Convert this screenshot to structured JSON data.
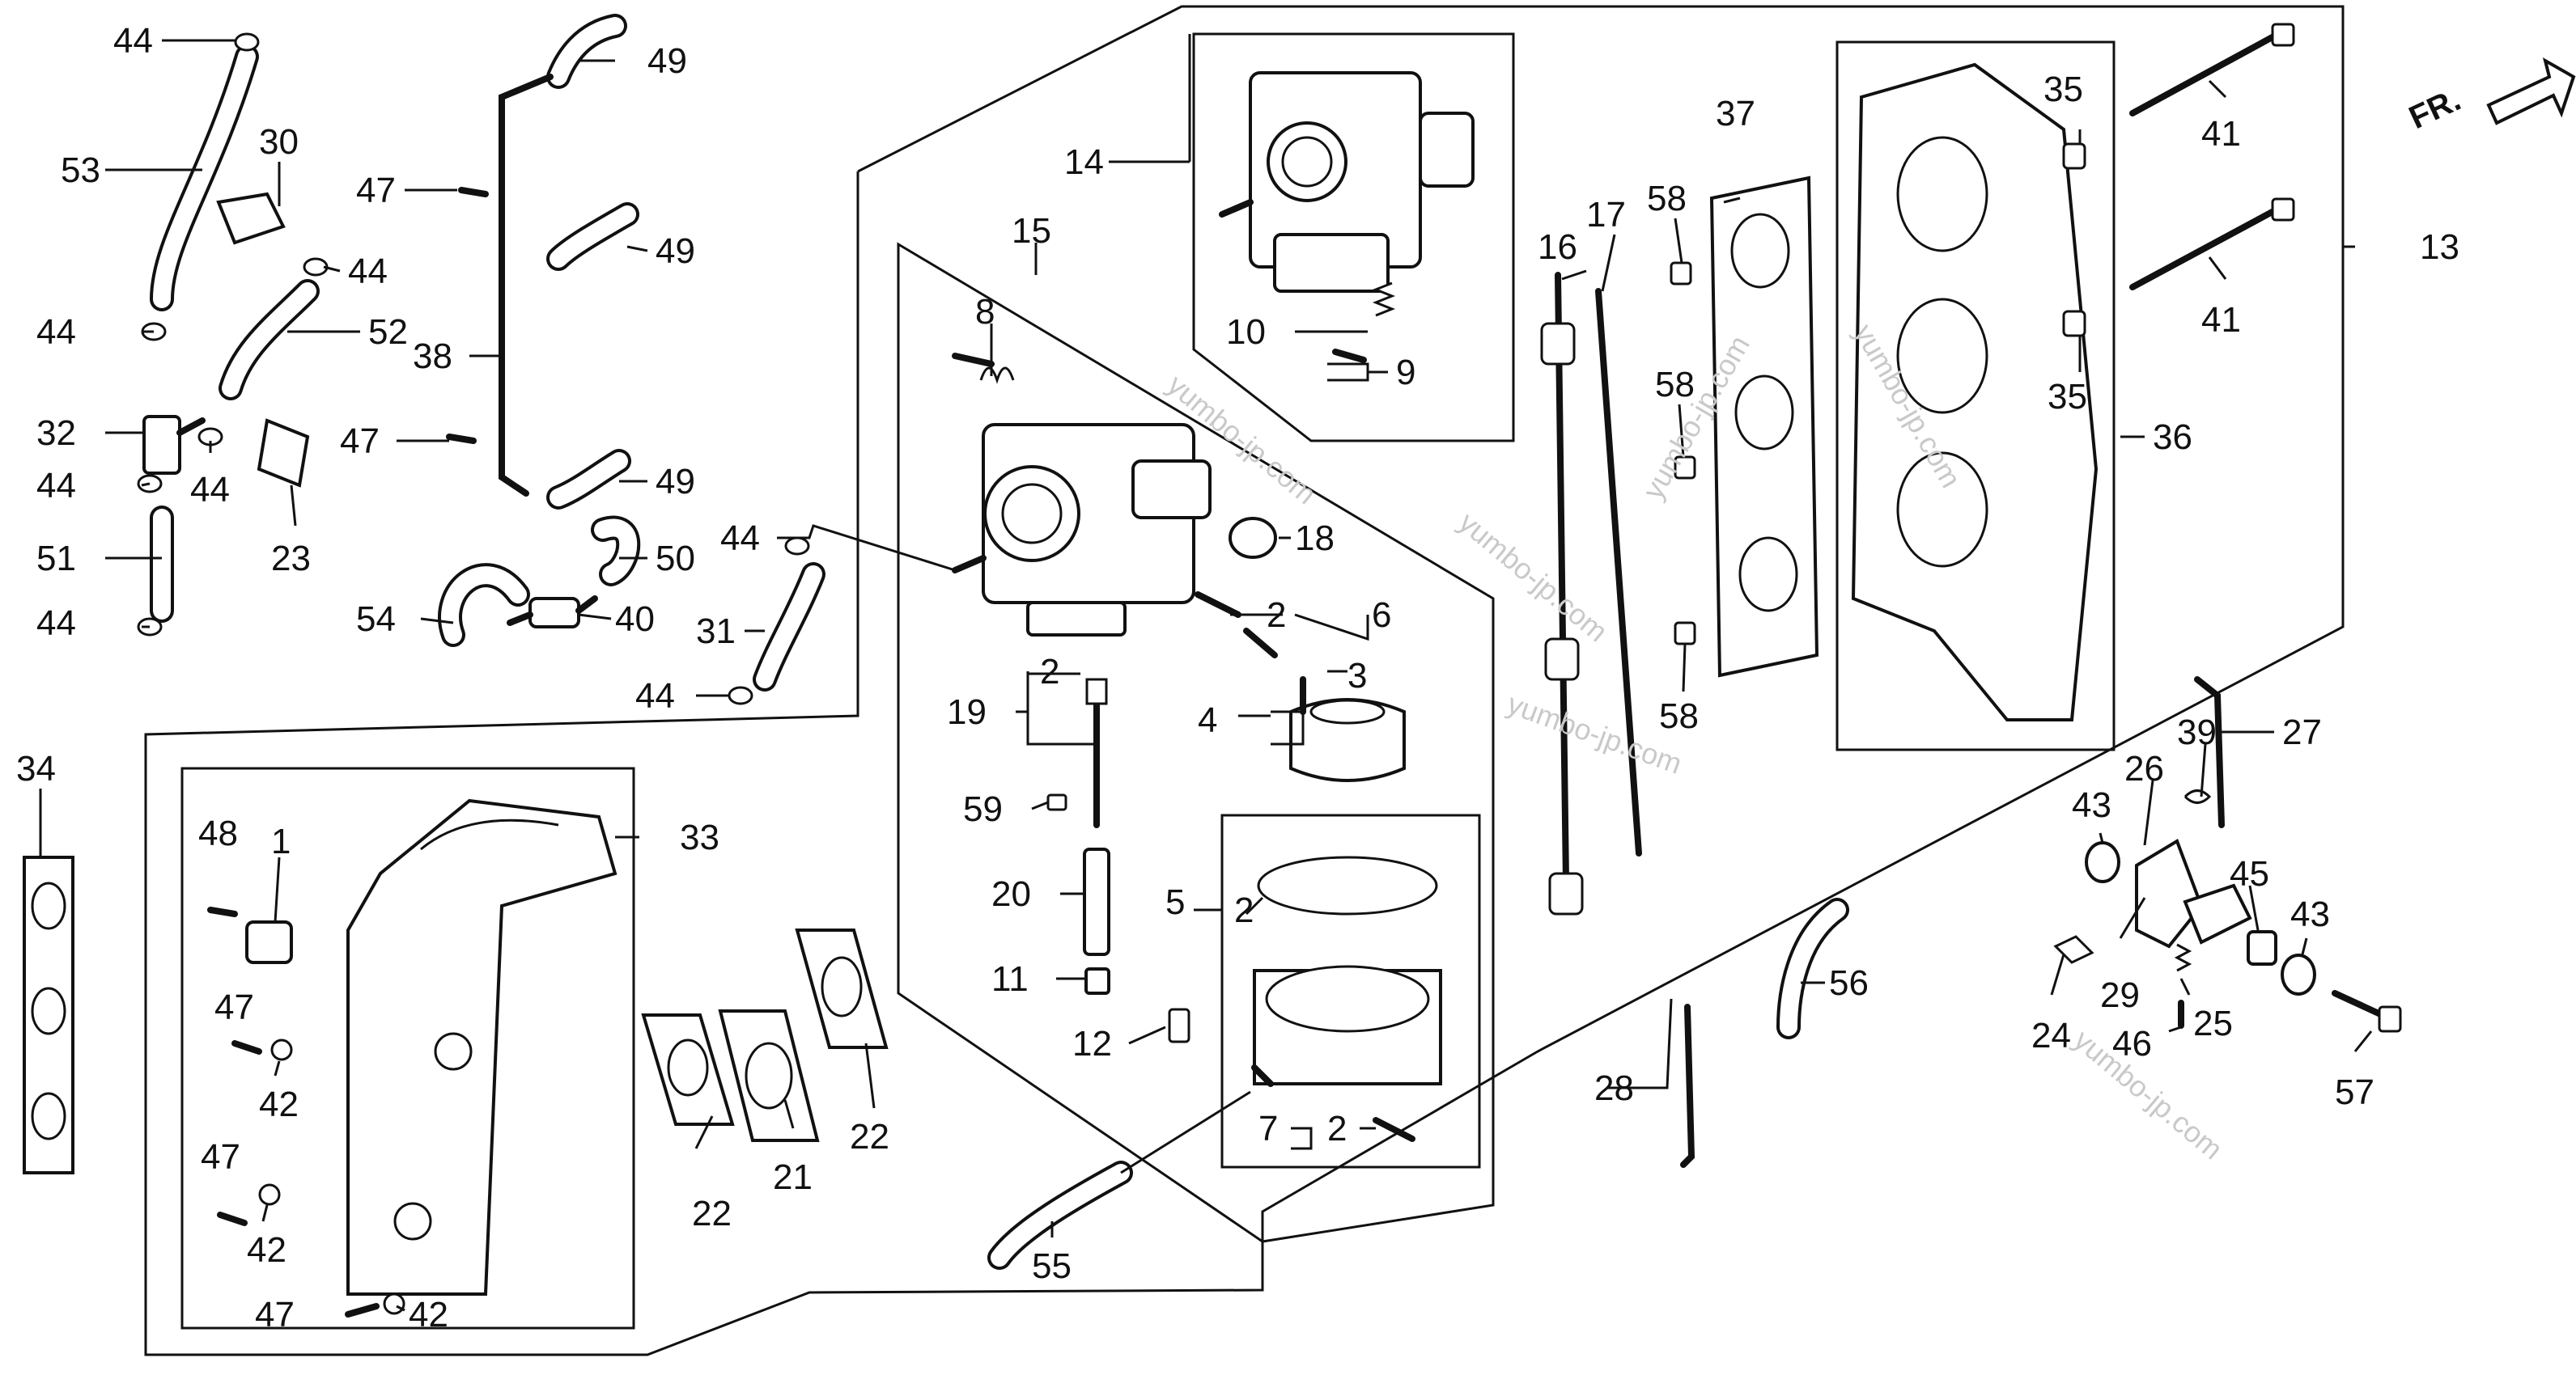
{
  "direction_label": "FR.",
  "watermarks": [
    "yumbo-jp.com",
    "yumbo-jp.com",
    "yumbo-jp.com",
    "yumbo-jp.com",
    "yumbo-jp.com",
    "yumbo-jp.com"
  ],
  "callouts": {
    "c1": "1",
    "c2a": "2",
    "c2b": "2",
    "c2c": "2",
    "c2d": "2",
    "c3": "3",
    "c4": "4",
    "c5": "5",
    "c6": "6",
    "c7": "7",
    "c8": "8",
    "c9": "9",
    "c10": "10",
    "c11": "11",
    "c12": "12",
    "c13": "13",
    "c14": "14",
    "c15": "15",
    "c16": "16",
    "c17": "17",
    "c18": "18",
    "c19": "19",
    "c20": "20",
    "c21": "21",
    "c22a": "22",
    "c22b": "22",
    "c23": "23",
    "c24": "24",
    "c25": "25",
    "c26": "26",
    "c27": "27",
    "c28": "28",
    "c29": "29",
    "c30": "30",
    "c31": "31",
    "c32": "32",
    "c33": "33",
    "c34": "34",
    "c35a": "35",
    "c35b": "35",
    "c36": "36",
    "c37": "37",
    "c38": "38",
    "c39": "39",
    "c40": "40",
    "c41a": "41",
    "c41b": "41",
    "c42a": "42",
    "c42b": "42",
    "c42c": "42",
    "c43a": "43",
    "c43b": "43",
    "c44a": "44",
    "c44b": "44",
    "c44c": "44",
    "c44d": "44",
    "c44e": "44",
    "c44f": "44",
    "c44g": "44",
    "c44h": "44",
    "c45": "45",
    "c46": "46",
    "c47a": "47",
    "c47b": "47",
    "c47c": "47",
    "c47d": "47",
    "c47e": "47",
    "c48": "48",
    "c49a": "49",
    "c49b": "49",
    "c49c": "49",
    "c50": "50",
    "c51": "51",
    "c52": "52",
    "c53": "53",
    "c54": "54",
    "c55": "55",
    "c56": "56",
    "c57": "57",
    "c58a": "58",
    "c58b": "58",
    "c58c": "58",
    "c59": "59"
  }
}
